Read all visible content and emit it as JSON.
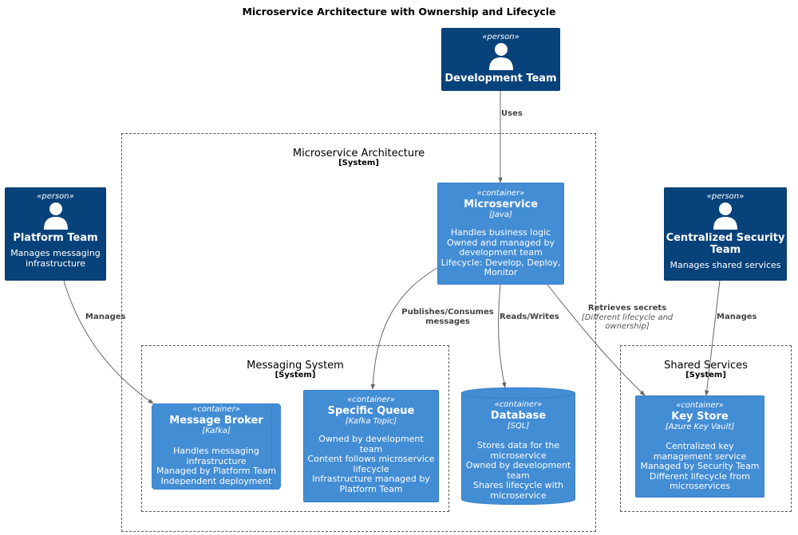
{
  "title": "Microservice Architecture with Ownership and Lifecycle",
  "boundaries": {
    "microservice": {
      "title": "Microservice Architecture",
      "type": "[System]"
    },
    "messaging": {
      "title": "Messaging System",
      "type": "[System]"
    },
    "shared": {
      "title": "Shared Services",
      "type": "[System]"
    }
  },
  "persons": {
    "dev": {
      "stereotype": "«person»",
      "name": "Development Team"
    },
    "platform": {
      "stereotype": "«person»",
      "name": "Platform Team",
      "description": "Manages messaging\ninfrastructure"
    },
    "security": {
      "stereotype": "«person»",
      "name": "Centralized Security\nTeam",
      "description": "Manages shared services"
    }
  },
  "containers": {
    "microservice": {
      "stereotype": "«container»",
      "name": "Microservice",
      "technology": "[Java]",
      "description": "Handles business logic\nOwned and managed by\ndevelopment team\nLifecycle: Develop, Deploy,\nMonitor"
    },
    "broker": {
      "stereotype": "«container»",
      "name": "Message Broker",
      "technology": "[Kafka]",
      "description": "Handles messaging\ninfrastructure\nManaged by Platform Team\nIndependent deployment"
    },
    "queue": {
      "stereotype": "«container»",
      "name": "Specific Queue",
      "technology": "[Kafka Topic]",
      "description": "Owned by development\nteam\nContent follows microservice\nlifecycle\nInfrastructure managed by\nPlatform Team"
    },
    "database": {
      "stereotype": "«container»",
      "name": "Database",
      "technology": "[SQL]",
      "description": "Stores data for the\nmicroservice\nOwned by development\nteam\nShares lifecycle with\nmicroservice"
    },
    "keystore": {
      "stereotype": "«container»",
      "name": "Key Store",
      "technology": "[Azure Key Vault]",
      "description": "Centralized key\nmanagement service\nManaged by Security Team\nDifferent lifecycle from\nmicroservices"
    }
  },
  "relations": {
    "uses": {
      "label": "Uses"
    },
    "platform_manages": {
      "label": "Manages"
    },
    "pubsub": {
      "label": "Publishes/Consumes\nmessages"
    },
    "readswrites": {
      "label": "Reads/Writes"
    },
    "secrets": {
      "label": "Retrieves secrets",
      "technology": "[Different lifecycle and\nownership]"
    },
    "security_manages": {
      "label": "Manages"
    }
  },
  "colors": {
    "person": "#08427B",
    "container": "#438DD5",
    "edge": "#666666"
  }
}
